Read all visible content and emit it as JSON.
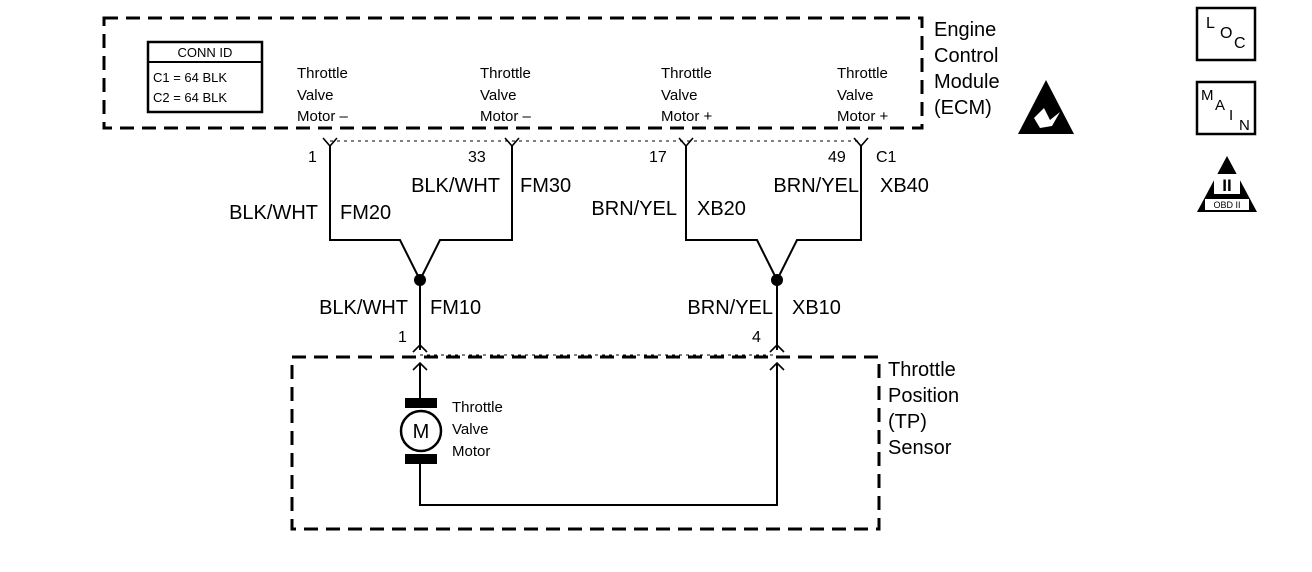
{
  "conn_id": {
    "title": "CONN ID",
    "c1": "C1 = 64 BLK",
    "c2": "C2 = 64 BLK"
  },
  "ecm": {
    "name_lines": [
      "Engine",
      "Control",
      "Module",
      "(ECM)"
    ],
    "pins": [
      {
        "lines": [
          "Throttle",
          "Valve",
          "Motor –"
        ]
      },
      {
        "lines": [
          "Throttle",
          "Valve",
          "Motor –"
        ]
      },
      {
        "lines": [
          "Throttle",
          "Valve",
          "Motor +"
        ]
      },
      {
        "lines": [
          "Throttle",
          "Valve",
          "Motor +"
        ]
      }
    ],
    "connector_label": "C1"
  },
  "wires": {
    "w1": {
      "pin": "1",
      "color": "BLK/WHT",
      "code": "FM20"
    },
    "w2": {
      "pin": "33",
      "color": "BLK/WHT",
      "code": "FM30"
    },
    "w3": {
      "pin": "17",
      "color": "BRN/YEL",
      "code": "XB20"
    },
    "w4": {
      "pin": "49",
      "color": "BRN/YEL",
      "code": "XB40"
    },
    "w5": {
      "pin": "1",
      "color": "BLK/WHT",
      "code": "FM10"
    },
    "w6": {
      "pin": "4",
      "color": "BRN/YEL",
      "code": "XB10"
    }
  },
  "tp_sensor": {
    "name_lines": [
      "Throttle",
      "Position",
      "(TP)",
      "Sensor"
    ],
    "motor_letter": "M",
    "motor_lines": [
      "Throttle",
      "Valve",
      "Motor"
    ]
  },
  "symbols": {
    "loc": {
      "l": "L",
      "o": "O",
      "c": "C"
    },
    "main": {
      "m": "M",
      "a": "A",
      "i": "I",
      "n": "N"
    },
    "obd": {
      "numeral": "II",
      "label": "OBD II"
    }
  }
}
